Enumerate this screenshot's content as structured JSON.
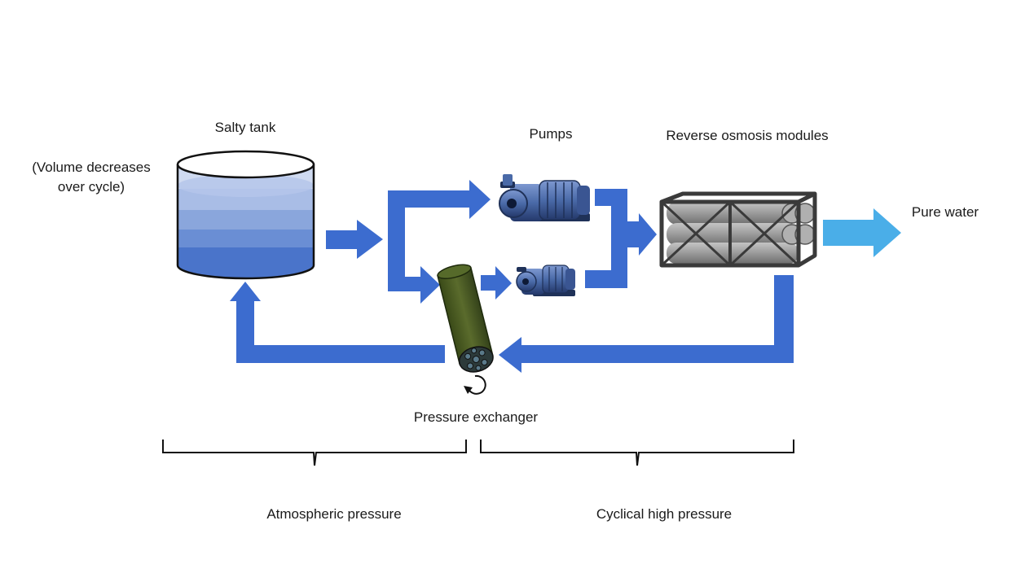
{
  "labels": {
    "salty_tank": "Salty tank",
    "volume_note_line1": "(Volume decreases",
    "volume_note_line2": "over cycle)",
    "pumps": "Pumps",
    "ro_modules": "Reverse osmosis modules",
    "pure_water": "Pure water",
    "pressure_exchanger": "Pressure exchanger",
    "atmospheric_pressure": "Atmospheric pressure",
    "cyclical_high_pressure": "Cyclical high pressure"
  },
  "colors": {
    "flow_arrow": "#3c6ccf",
    "pure_water_arrow": "#4aaee8",
    "tank_layers": [
      "#cfdaf0",
      "#a9bde6",
      "#8aa6dc",
      "#6a8ed4",
      "#4a74ca"
    ],
    "pump_body": "#4a6aa8",
    "pump_dark": "#1f3158",
    "ro_frame": "#3a3a3a",
    "ro_tubes": "#9a9a9a",
    "exchanger_body": "#4b5a24",
    "exchanger_end": "#2c3a3a"
  }
}
